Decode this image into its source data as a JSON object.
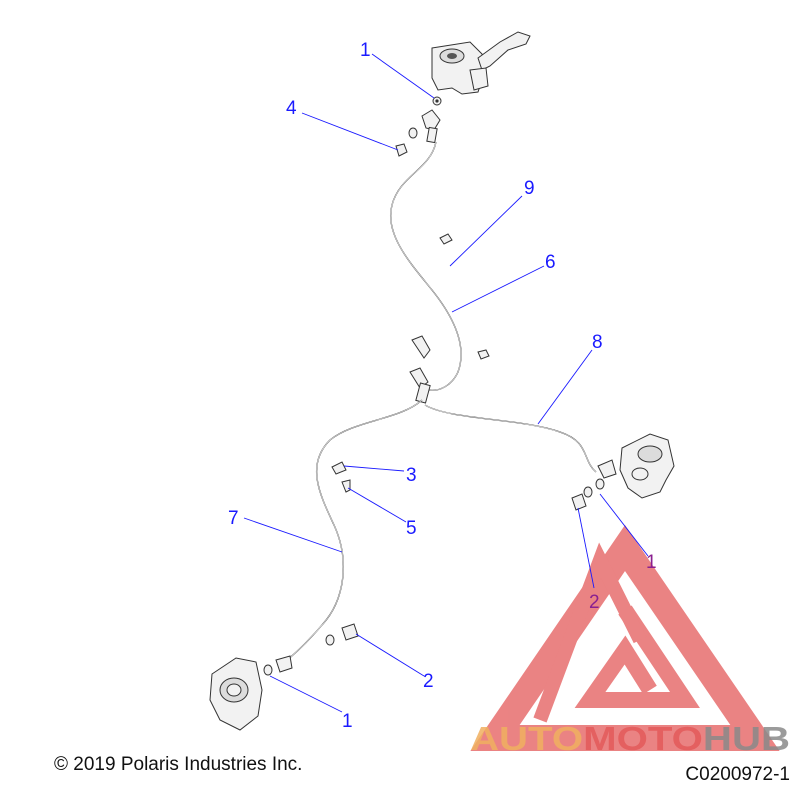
{
  "callouts": [
    {
      "id": "c1-top",
      "label": "1"
    },
    {
      "id": "c4",
      "label": "4"
    },
    {
      "id": "c9",
      "label": "9"
    },
    {
      "id": "c6",
      "label": "6"
    },
    {
      "id": "c8",
      "label": "8"
    },
    {
      "id": "c3",
      "label": "3"
    },
    {
      "id": "c5",
      "label": "5"
    },
    {
      "id": "c7",
      "label": "7"
    },
    {
      "id": "c1-right",
      "label": "1"
    },
    {
      "id": "c2-right",
      "label": "2"
    },
    {
      "id": "c2-left",
      "label": "2"
    },
    {
      "id": "c1-bottom",
      "label": "1"
    }
  ],
  "watermark": {
    "part1": "AUTO",
    "part2": "MOTO",
    "part3": "HUB"
  },
  "footer": {
    "copyright": "© 2019 Polaris Industries Inc.",
    "code": "C0200972-1"
  },
  "colors": {
    "callout_blue": "#1a1aff",
    "callout_purple": "#8a2090",
    "watermark_red": "#e45a5a",
    "watermark_orange": "#f0b060",
    "watermark_gray": "#8a8a8a"
  }
}
